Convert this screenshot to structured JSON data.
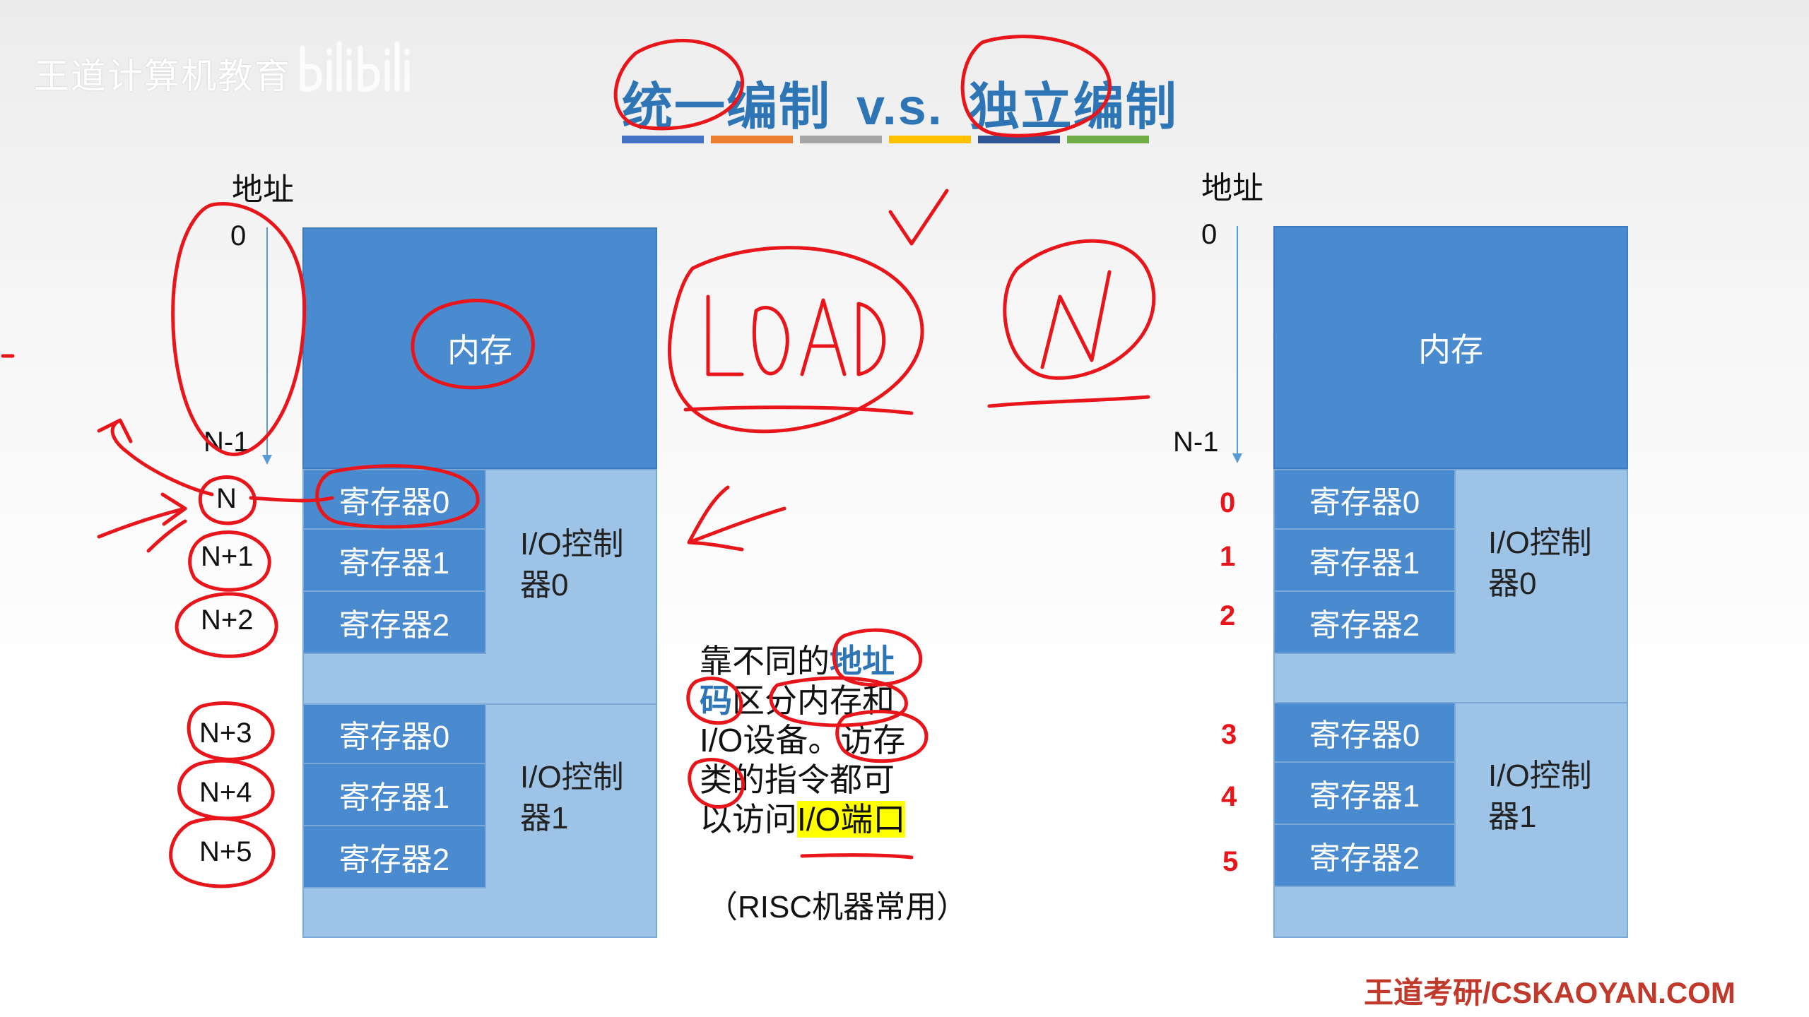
{
  "watermark": {
    "text": "王道计算机教育"
  },
  "title": {
    "left": "统一编制",
    "vs": "v.s.",
    "right": "独立编制"
  },
  "colors": {
    "bar": [
      "#4472c4",
      "#ed7d31",
      "#a5a5a5",
      "#ffc000",
      "#2f5597",
      "#70ad47"
    ],
    "memory": "#4a8bd0",
    "io": "#9dc3e6",
    "annotation": "#e8151b"
  },
  "left_diagram": {
    "addr_header": "地址",
    "addr_start": "0",
    "addr_end": "N-1",
    "memory_label": "内存",
    "addresses": [
      "N",
      "N+1",
      "N+2",
      "N+3",
      "N+4",
      "N+5"
    ],
    "controllers": [
      {
        "name": "I/O控制器0",
        "registers": [
          "寄存器0",
          "寄存器1",
          "寄存器2"
        ]
      },
      {
        "name": "I/O控制器1",
        "registers": [
          "寄存器0",
          "寄存器1",
          "寄存器2"
        ]
      }
    ]
  },
  "right_diagram": {
    "addr_header": "地址",
    "addr_start": "0",
    "addr_end": "N-1",
    "memory_label": "内存",
    "port_numbers": [
      "0",
      "1",
      "2",
      "3",
      "4",
      "5"
    ],
    "controllers": [
      {
        "name": "I/O控制器0",
        "registers": [
          "寄存器0",
          "寄存器1",
          "寄存器2"
        ]
      },
      {
        "name": "I/O控制器1",
        "registers": [
          "寄存器0",
          "寄存器1",
          "寄存器2"
        ]
      }
    ]
  },
  "description": {
    "part1": "靠不同的",
    "addr_code": "地址码",
    "part2": "区分内存和I/O设备。访存类的指令都可以访问",
    "io_port": "I/O端口",
    "note": "（RISC机器常用）"
  },
  "annotations": {
    "load": "LOAD",
    "n": "N"
  },
  "footer": {
    "text": "王道考研/CSKAOYAN.COM"
  }
}
